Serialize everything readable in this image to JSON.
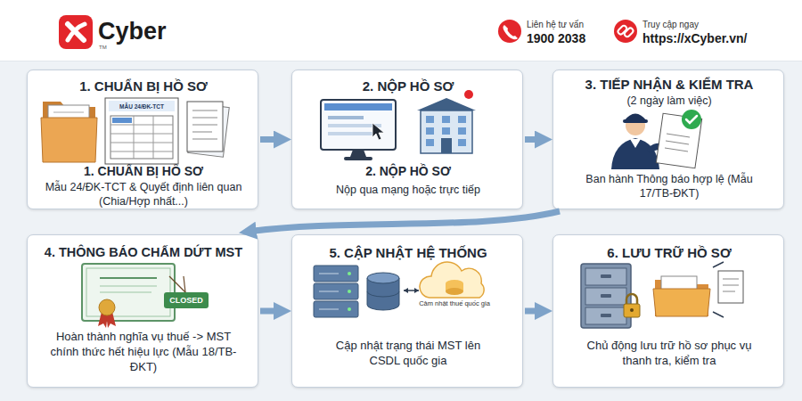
{
  "diagram": {
    "nodes": [
      {
        "text": [
          "1. CHUẨN BỊ HỒ SƠ",
          "1. CHUẨN BỊ HỒ SƠ",
          "Mẫu 24/ĐK-TCT & Quyết định liên quan (Chia/Hợp nhất...)"
        ]
      },
      {
        "text": [
          "2. NỘP HỒ SƠ",
          "2. NỘP HỒ SƠ",
          "Nộp qua mạng hoặc trực tiếp"
        ]
      },
      {
        "text": [
          "3. TIẾP NHẬN & KIỂM TRA",
          "(2 ngày làm việc)",
          "Ban hành Thông báo hợp lệ (Mẫu 17/TB-ĐKT)"
        ]
      },
      {
        "text": [
          "4. THÔNG BÁO CHẤM DỨT MST",
          "Hoàn thành nghĩa vụ thuế -> MST chính thức hết hiệu lực (Mẫu 18/TB-ĐKT)"
        ]
      },
      {
        "text": [
          "5. CẬP NHẬT HỆ THỐNG",
          "Cập nhật trạng thái MST lên CSDL quốc gia"
        ]
      },
      {
        "text": [
          "6. LƯU TRỮ HỒ SƠ",
          "Chủ động lưu trữ hồ sơ phục vụ thanh tra, kiểm tra"
        ]
      }
    ],
    "edges": [
      {
        "from": 0,
        "to": 1,
        "arrow": "to"
      },
      {
        "from": 1,
        "to": 2,
        "arrow": "to"
      },
      {
        "from": 2,
        "to": 3,
        "arrow": "to"
      },
      {
        "from": 3,
        "to": 4,
        "arrow": "to"
      },
      {
        "from": 4,
        "to": 5,
        "arrow": "to"
      }
    ],
    "labels": [
      "Cyber",
      "TM",
      "Liên hệ tư vấn",
      "1900 2038",
      "Truy cập ngay",
      "https://xCyber.vn/",
      "MẪU 24/ĐK-TCT",
      "CLOSED",
      "Cảm nhật thuế quốc gia"
    ]
  }
}
